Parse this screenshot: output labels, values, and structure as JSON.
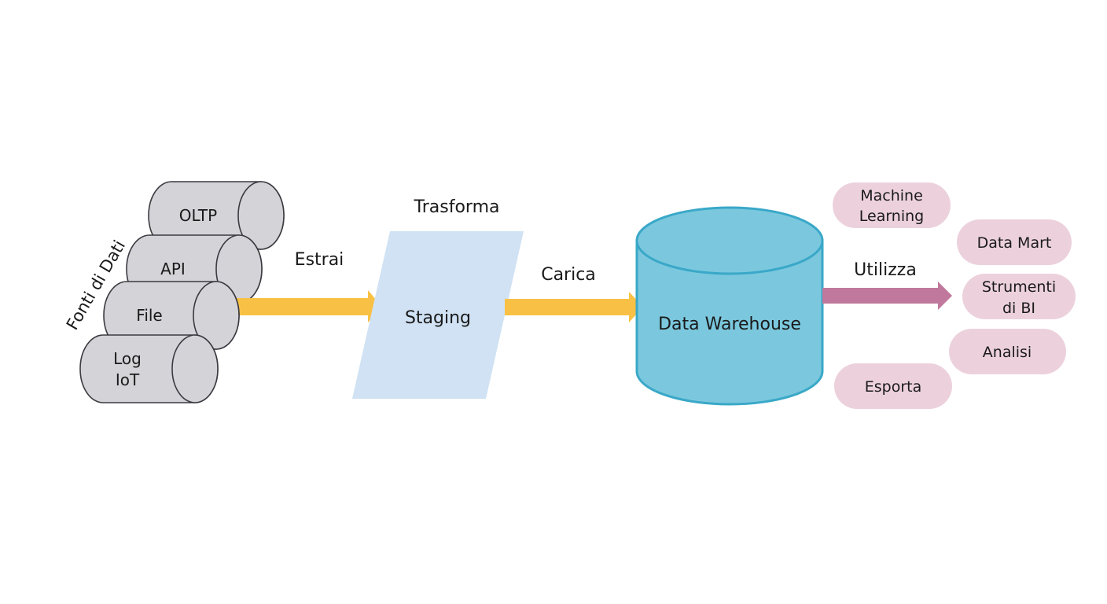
{
  "diagram": {
    "type": "ETL data pipeline",
    "sources": {
      "group_label": "Fonti di Dati",
      "items": [
        {
          "label_lines": [
            "OLTP"
          ]
        },
        {
          "label_lines": [
            "API"
          ]
        },
        {
          "label_lines": [
            "File"
          ]
        },
        {
          "label_lines": [
            "Log",
            "IoT"
          ]
        }
      ],
      "color": "#d3d3d8",
      "stroke": "#3a3a40"
    },
    "steps": {
      "extract": "Estrai",
      "transform": "Trasforma",
      "load": "Carica",
      "use": "Utilizza"
    },
    "staging": {
      "label": "Staging",
      "color": "#d0e2f3"
    },
    "warehouse": {
      "label": "Data Warehouse",
      "color": "#7bc8de",
      "stroke": "#3aa8c8"
    },
    "arrows": {
      "yellow": "#f8c145",
      "pink": "#c0799c"
    },
    "consumers": {
      "color": "#ecd1dd",
      "items": [
        {
          "label_lines": [
            "Machine",
            "Learning"
          ]
        },
        {
          "label_lines": [
            "Data Mart"
          ]
        },
        {
          "label_lines": [
            "Strumenti",
            "di BI"
          ]
        },
        {
          "label_lines": [
            "Analisi"
          ]
        },
        {
          "label_lines": [
            "Esporta"
          ]
        }
      ]
    }
  }
}
